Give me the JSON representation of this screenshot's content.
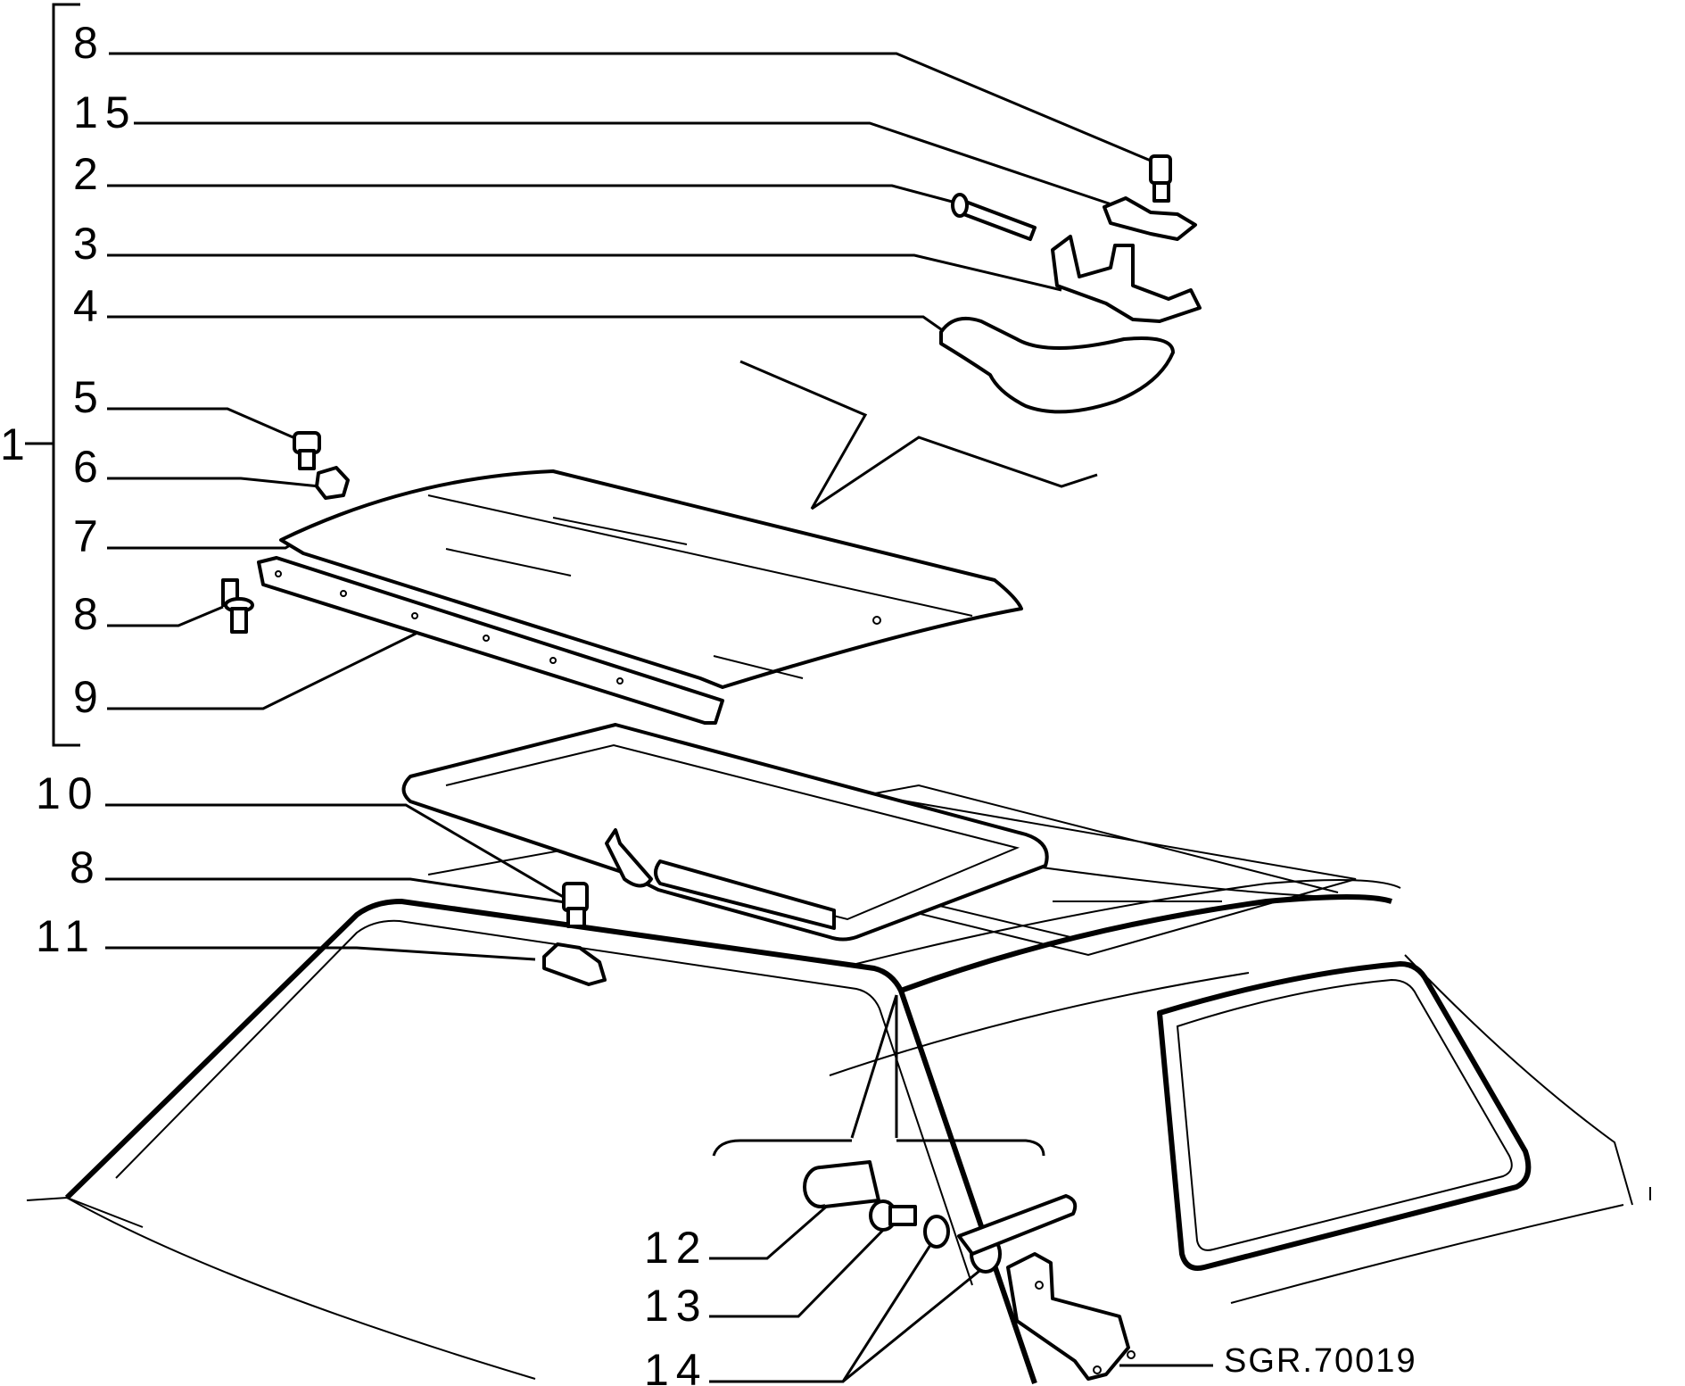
{
  "callouts": {
    "group": "1",
    "c8a": "8",
    "c15": "15",
    "c2": "2",
    "c3": "3",
    "c4": "4",
    "c5": "5",
    "c6": "6",
    "c7": "7",
    "c8b": "8",
    "c9": "9",
    "c10": "10",
    "c8c": "8",
    "c11": "11",
    "c12": "12",
    "c13": "13",
    "c14": "14"
  },
  "drawing_code": "SGR.70019"
}
